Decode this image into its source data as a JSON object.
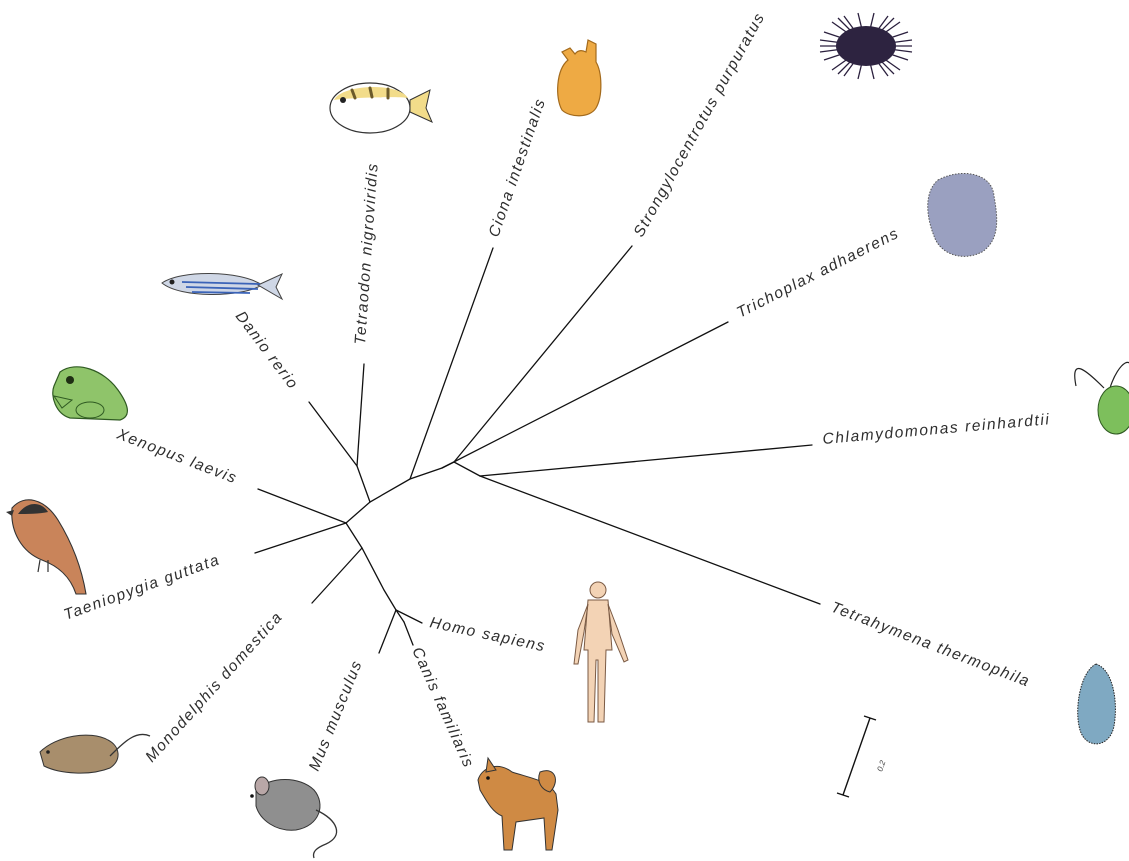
{
  "tree": {
    "leaves": [
      {
        "id": "strongylocentrotus",
        "label": "Strongylocentrotus purpuratus",
        "icon": "sea-urchin-icon"
      },
      {
        "id": "ciona",
        "label": "Ciona intestinalis",
        "icon": "sea-squirt-icon"
      },
      {
        "id": "tetraodon",
        "label": "Tetraodon nigroviridis",
        "icon": "pufferfish-icon"
      },
      {
        "id": "trichoplax",
        "label": "Trichoplax adhaerens",
        "icon": "placozoan-icon"
      },
      {
        "id": "danio",
        "label": "Danio rerio",
        "icon": "zebrafish-icon"
      },
      {
        "id": "xenopus",
        "label": "Xenopus laevis",
        "icon": "frog-icon"
      },
      {
        "id": "chlamydomonas",
        "label": "Chlamydomonas reinhardtii",
        "icon": "green-alga-icon"
      },
      {
        "id": "taeniopygia",
        "label": "Taeniopygia guttata",
        "icon": "bird-icon"
      },
      {
        "id": "tetrahymena",
        "label": "Tetrahymena thermophila",
        "icon": "ciliate-icon"
      },
      {
        "id": "monodelphis",
        "label": "Monodelphis domestica",
        "icon": "opossum-icon"
      },
      {
        "id": "homo",
        "label": "Homo sapiens",
        "icon": "human-icon"
      },
      {
        "id": "mus",
        "label": "Mus musculus",
        "icon": "mouse-icon"
      },
      {
        "id": "canis",
        "label": "Canis familiaris",
        "icon": "dog-icon"
      }
    ],
    "scale_bar": {
      "label": "0.2"
    }
  }
}
